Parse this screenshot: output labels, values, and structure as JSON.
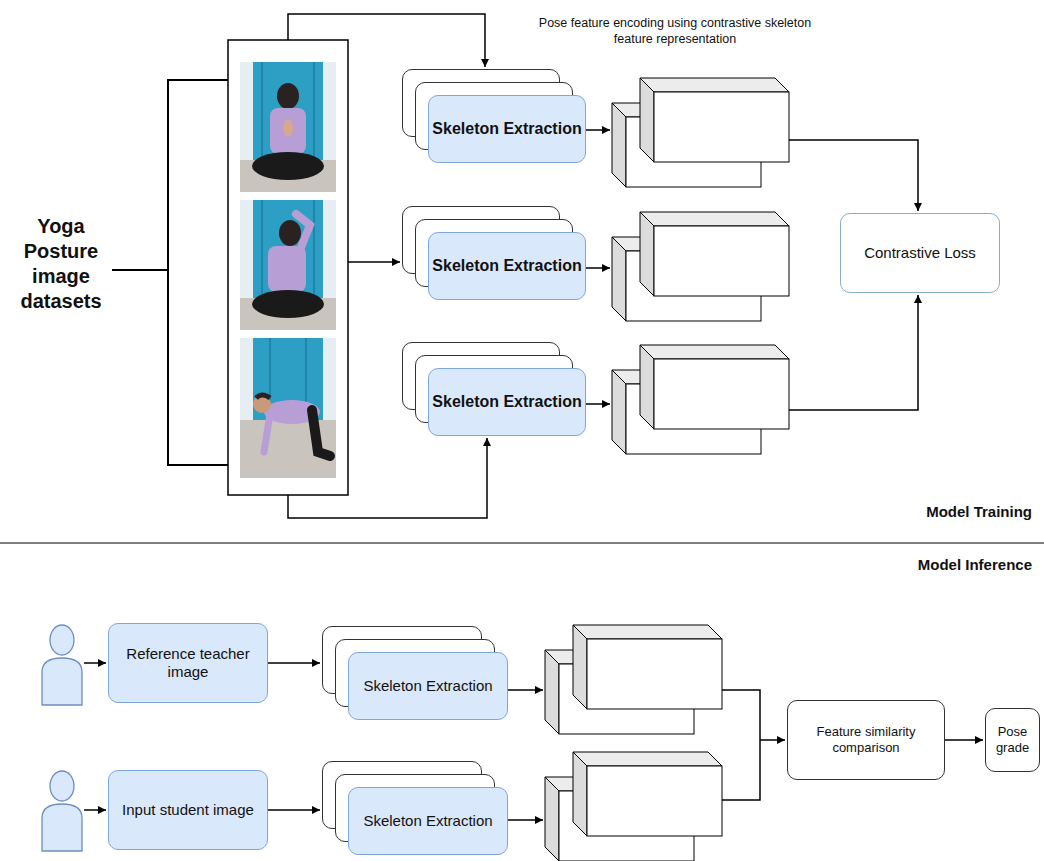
{
  "diagram": {
    "nodes": [
      {
        "text": [
          "Skeleton Extraction"
        ]
      },
      {
        "text": [
          "Skeleton Extraction"
        ]
      },
      {
        "text": [
          "Skeleton Extraction"
        ]
      },
      {
        "text": [
          "Contrastive Loss"
        ]
      },
      {
        "text": [
          "Reference teacher image"
        ]
      },
      {
        "text": [
          "Skeleton Extraction"
        ]
      },
      {
        "text": [
          "Input student image"
        ]
      },
      {
        "text": [
          "Skeleton Extraction"
        ]
      },
      {
        "text": [
          "Feature similarity comparison"
        ]
      },
      {
        "text": [
          "Pose grade"
        ]
      }
    ],
    "edges": [
      {
        "from": 4,
        "to": 5,
        "arrow": "to"
      },
      {
        "from": 6,
        "to": 7,
        "arrow": "to"
      },
      {
        "from": 8,
        "to": 9,
        "arrow": "to"
      }
    ],
    "labels": [
      "Pose feature encoding using contrastive skeleton feature representation",
      "Yoga Posture image datasets",
      "Model Training",
      "Model Inference"
    ]
  }
}
